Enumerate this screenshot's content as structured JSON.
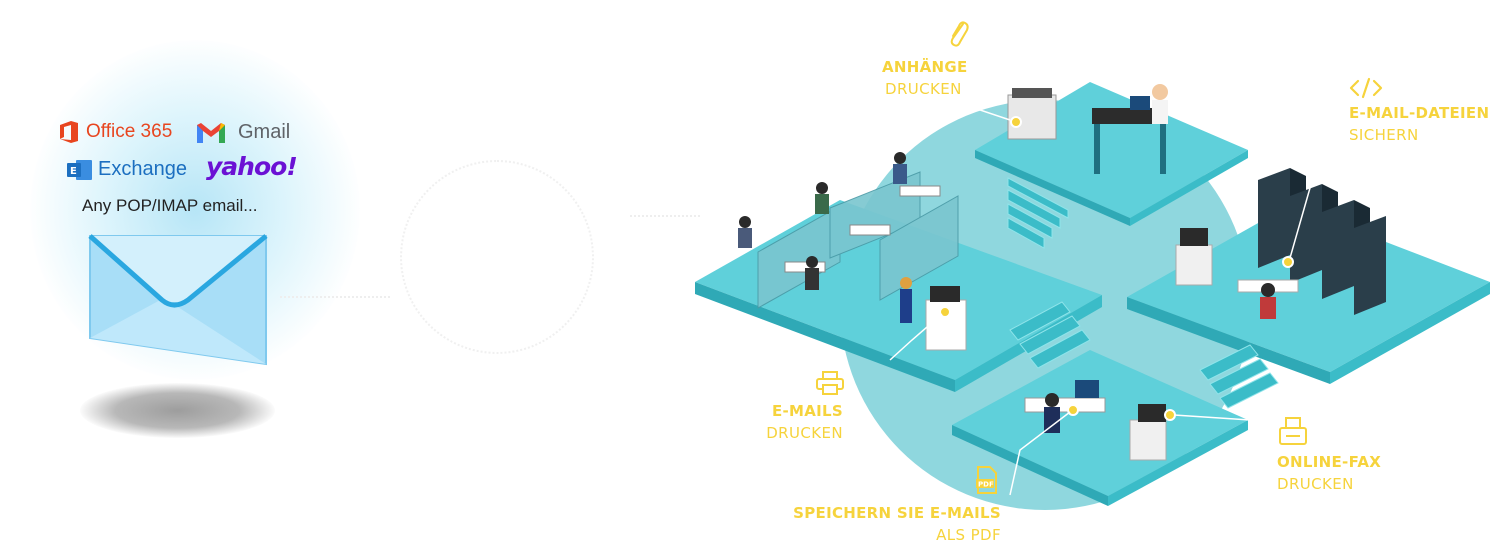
{
  "providers": {
    "office365": "Office 365",
    "gmail": "Gmail",
    "exchange": "Exchange",
    "yahoo": "yahoo!",
    "any": "Any POP/IMAP email..."
  },
  "labels": {
    "attachments": {
      "title": "ANHÄNGE",
      "sub": "DRUCKEN"
    },
    "email_files": {
      "title": "E-MAIL-DATEIEN",
      "sub": "SICHERN"
    },
    "emails": {
      "title": "E-MAILS",
      "sub": "DRUCKEN"
    },
    "online_fax": {
      "title": "ONLINE-FAX",
      "sub": "DRUCKEN"
    },
    "save_pdf": {
      "title": "SPEICHERN SIE E-MAILS",
      "sub": "ALS PDF"
    }
  },
  "colors": {
    "accent": "#f6d33c",
    "floor": "#5fd0da",
    "floor_side": "#2fa9b6",
    "circle": "#8fd7de",
    "office_red": "#e8451f",
    "exchange_blue": "#1c6fc0",
    "yahoo_purple": "#6b11d4",
    "envelope": "#8ed4f4"
  },
  "icons": [
    "paperclip-icon",
    "code-icon",
    "printer-icon",
    "fax-icon",
    "pdf-icon",
    "envelope-icon"
  ]
}
